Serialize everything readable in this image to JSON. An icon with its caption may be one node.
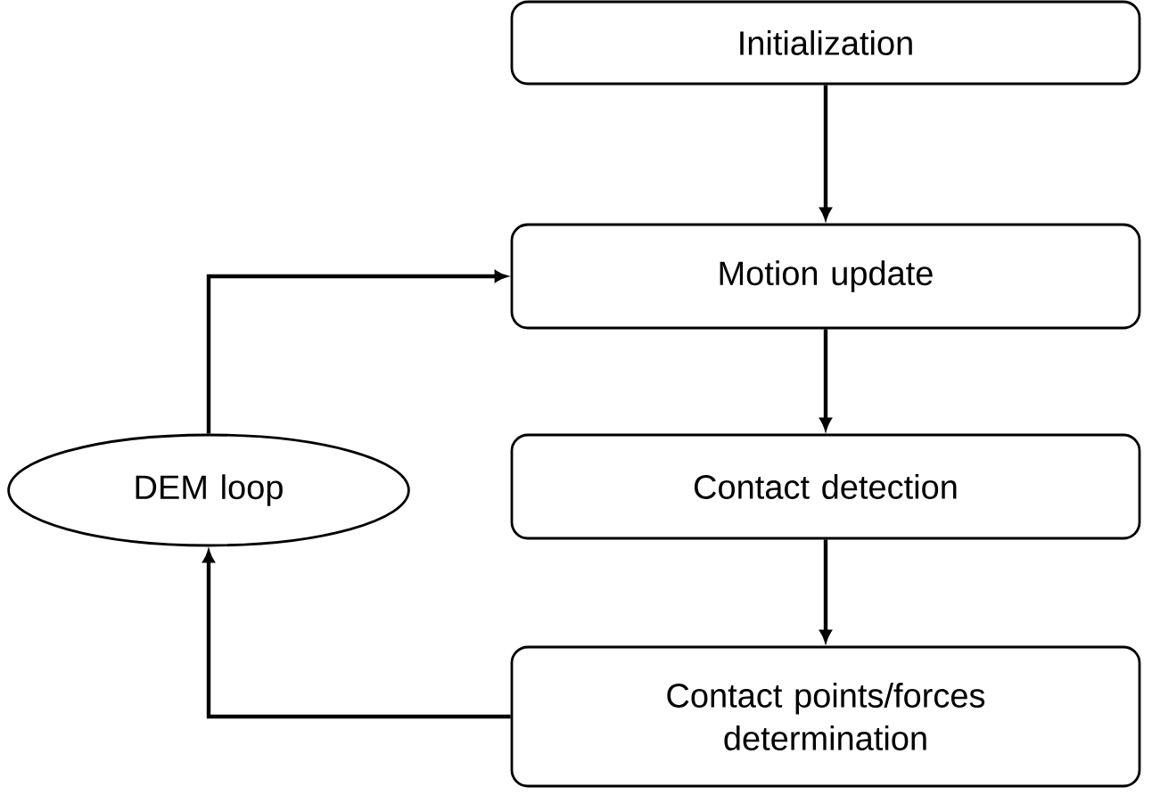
{
  "diagram": {
    "nodes": [
      {
        "text": [
          "Initialization"
        ]
      },
      {
        "text": [
          "Motion update"
        ]
      },
      {
        "text": [
          "Contact detection"
        ]
      },
      {
        "text": [
          "Contact points/forces determination"
        ]
      },
      {
        "text": [
          "DEM loop"
        ]
      }
    ],
    "edges": [
      {
        "from": 0,
        "to": 1,
        "arrow": "to"
      },
      {
        "from": 1,
        "to": 2,
        "arrow": "to"
      },
      {
        "from": 2,
        "to": 3,
        "arrow": "to"
      },
      {
        "from": 3,
        "to": 4,
        "arrow": "to"
      },
      {
        "from": 4,
        "to": 1,
        "arrow": "to"
      }
    ]
  }
}
